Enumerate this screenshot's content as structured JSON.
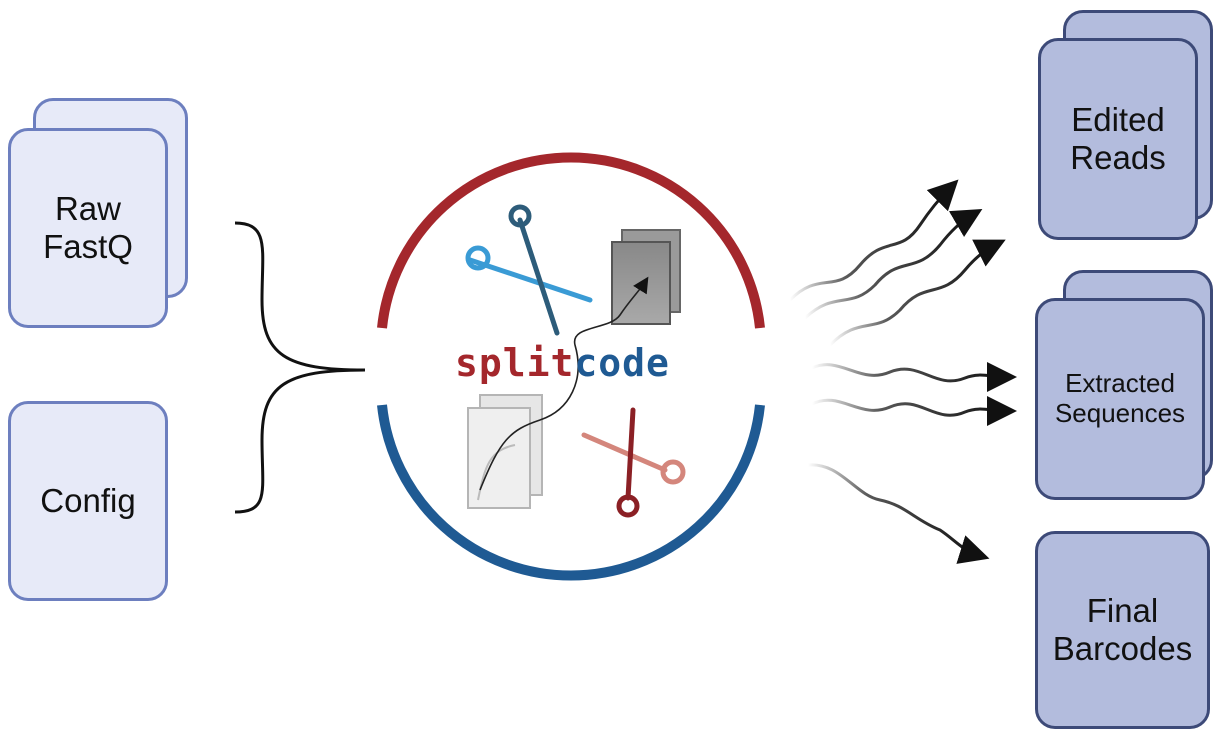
{
  "inputs": {
    "raw": "Raw\nFastQ",
    "config": "Config"
  },
  "tool": {
    "name_part1": "split",
    "name_part2": "code"
  },
  "outputs": {
    "edited": "Edited\nReads",
    "extracted": "Extracted\nSequences",
    "barcodes": "Final\nBarcodes"
  },
  "colors": {
    "input_fill": "#e7eaf8",
    "input_stroke": "#6d7fbf",
    "output_fill": "#b3bcdd",
    "output_stroke": "#3d4a78",
    "red": "#a4272c",
    "blue": "#1f5a93"
  },
  "icons": [
    "scissors-icon",
    "document-stack-icon"
  ]
}
